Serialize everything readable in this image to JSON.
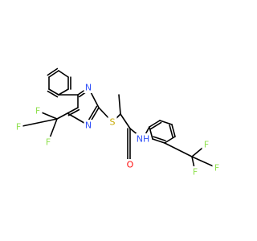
{
  "molecule": {
    "atoms": [
      {
        "symbol": "N",
        "color": "#3050F8"
      },
      {
        "symbol": "N",
        "color": "#3050F8"
      },
      {
        "symbol": "S",
        "color": "#C6A800"
      },
      {
        "symbol": "O",
        "color": "#FF0D0D"
      },
      {
        "symbol": "NH",
        "color": "#3050F8"
      },
      {
        "symbol": "F",
        "color": "#90E050"
      },
      {
        "symbol": "F",
        "color": "#90E050"
      },
      {
        "symbol": "F",
        "color": "#90E050"
      },
      {
        "symbol": "F",
        "color": "#90E050"
      },
      {
        "symbol": "F",
        "color": "#90E050"
      },
      {
        "symbol": "F",
        "color": "#90E050"
      }
    ],
    "bond_color": "#000000",
    "background": "#ffffff"
  }
}
